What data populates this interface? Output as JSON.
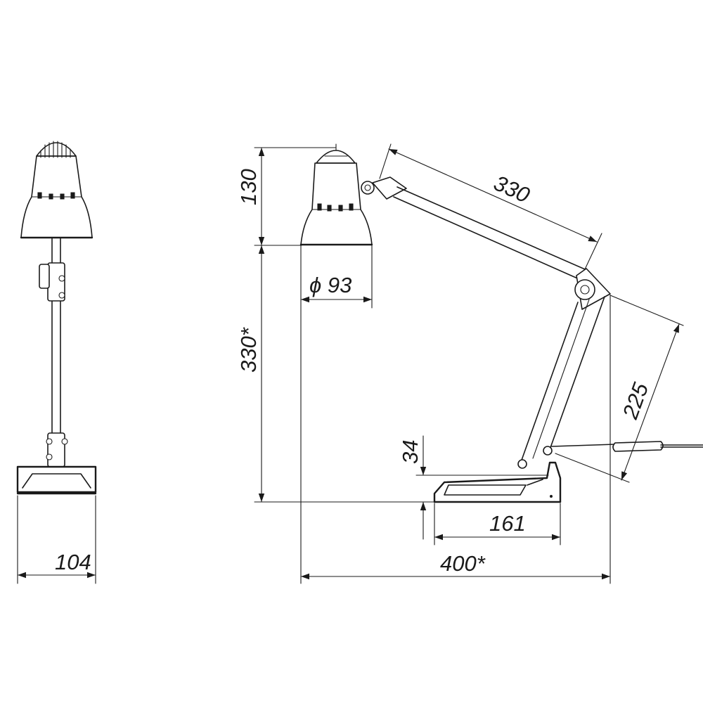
{
  "dimensions": {
    "shade_height": "130",
    "lamp_height": "330*",
    "shade_diameter": "ϕ 93",
    "upper_arm": "330",
    "lower_arm": "225",
    "base_height": "34",
    "base_length": "161",
    "total_reach": "400*",
    "base_width": "104"
  },
  "colors": {
    "line": "#1a1a1a",
    "background": "#ffffff"
  }
}
